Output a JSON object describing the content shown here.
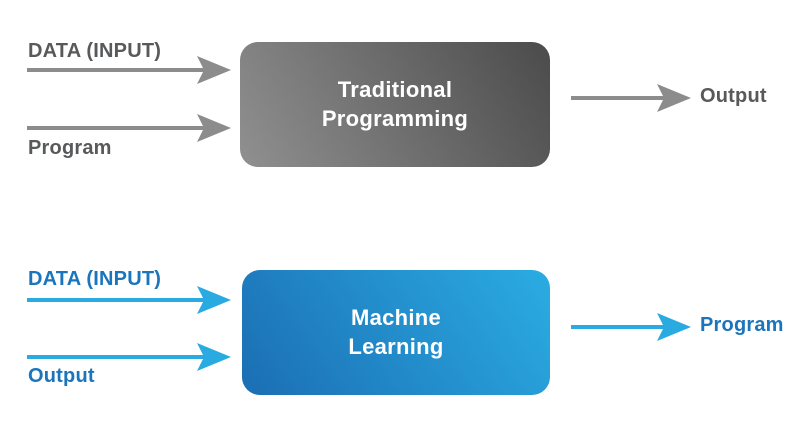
{
  "colors": {
    "gray_text": "#58595B",
    "gray_arrow": "#8C8C8C",
    "gray_grad_a": "#909090",
    "gray_grad_b": "#4B4B4B",
    "blue_text": "#1B75BC",
    "blue_arrow": "#29ABE2",
    "blue_grad_a": "#1B6EB3",
    "blue_grad_b": "#2BACE3"
  },
  "traditional": {
    "input_1": "DATA (INPUT)",
    "input_2": "Program",
    "box_line_1": "Traditional",
    "box_line_2": "Programming",
    "output": "Output"
  },
  "machine_learning": {
    "input_1": "DATA (INPUT)",
    "input_2": "Output",
    "box_line_1": "Machine",
    "box_line_2": "Learning",
    "output": "Program"
  }
}
